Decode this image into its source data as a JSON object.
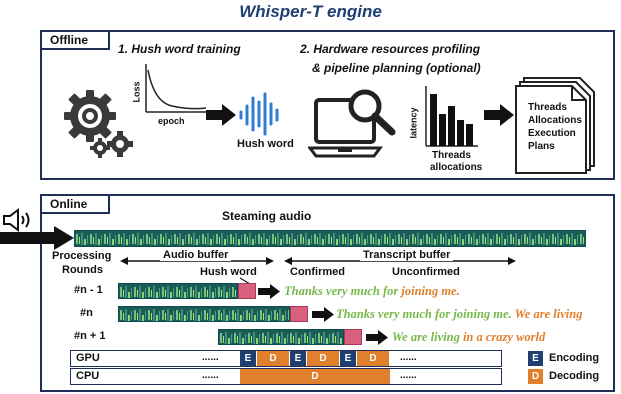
{
  "title": "Whisper-T engine",
  "offline": {
    "tag": "Offline",
    "step1": "1. Hush word training",
    "step2_line1": "2. Hardware resources profiling",
    "step2_line2": "& pipeline planning (optional)",
    "loss_label": "Loss",
    "epoch_label": "epoch",
    "hush_word_label": "Hush word",
    "latency_label": "latency",
    "threads_label_line1": "Threads",
    "threads_label_line2": "allocations",
    "doc_lines": [
      "Threads",
      "Allocations",
      "Execution",
      "Plans"
    ]
  },
  "online": {
    "tag": "Online",
    "streaming_label": "Steaming audio",
    "processing_rounds_line1": "Processing",
    "processing_rounds_line2": "Rounds",
    "audio_buffer": "Audio buffer",
    "transcript_buffer": "Transcript buffer",
    "hush_word": "Hush word",
    "confirmed": "Confirmed",
    "unconfirmed": "Unconfirmed",
    "rounds": [
      {
        "label": "#n - 1",
        "confirmed": "Thanks very much for",
        "unconfirmed": "joining me."
      },
      {
        "label": "#n",
        "confirmed": "Thanks very much for joining me.",
        "unconfirmed": "We are living"
      },
      {
        "label": "#n + 1",
        "confirmed": "We are living",
        "unconfirmed": "in a crazy world"
      }
    ],
    "gpu_label": "GPU",
    "cpu_label": "CPU",
    "dots": "......",
    "gpu_cells": [
      "E",
      "D",
      "E",
      "D",
      "E",
      "D"
    ],
    "cpu_cell": "D",
    "legend": [
      {
        "key": "E",
        "label": "Encoding",
        "color": "#1f3f73"
      },
      {
        "key": "D",
        "label": "Decoding",
        "color": "#e07f2c"
      }
    ]
  },
  "colors": {
    "navy": "#1f3f73",
    "orange": "#e07f2c",
    "green": "#77b84a",
    "pink": "#d9607e",
    "spectrogram": "#1c5c57"
  }
}
